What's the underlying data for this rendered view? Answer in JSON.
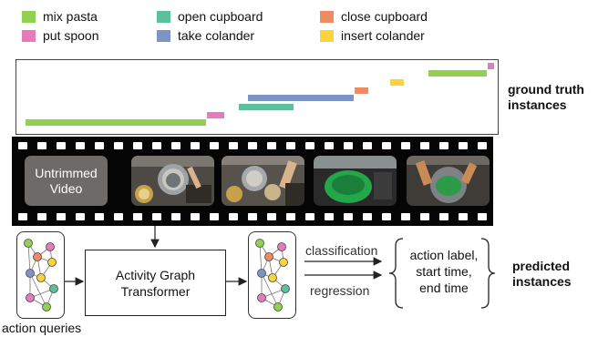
{
  "legend": [
    {
      "label": "mix pasta",
      "color": "#92d050"
    },
    {
      "label": "put spoon",
      "color": "#e57bbd"
    },
    {
      "label": "open cupboard",
      "color": "#5cc19a"
    },
    {
      "label": "take colander",
      "color": "#7e94c4"
    },
    {
      "label": "close cupboard",
      "color": "#ee8b63"
    },
    {
      "label": "insert colander",
      "color": "#fbd43a"
    }
  ],
  "ground_truth_label": [
    "ground truth",
    "instances"
  ],
  "video_label": [
    "Untrimmed",
    "Video"
  ],
  "transformer_label": [
    "Activity Graph",
    "Transformer"
  ],
  "action_queries_label": "action queries",
  "classification_label": "classification",
  "regression_label": "regression",
  "output_lines": [
    "action label,",
    "start time,",
    "end time"
  ],
  "predicted_label": [
    "predicted",
    "instances"
  ],
  "node_colors": {
    "pink": "#e57bbd",
    "green": "#92d050",
    "orange": "#ee8b63",
    "blue": "#7e94c4",
    "yellow": "#fbd43a",
    "teal": "#5cc19a"
  }
}
